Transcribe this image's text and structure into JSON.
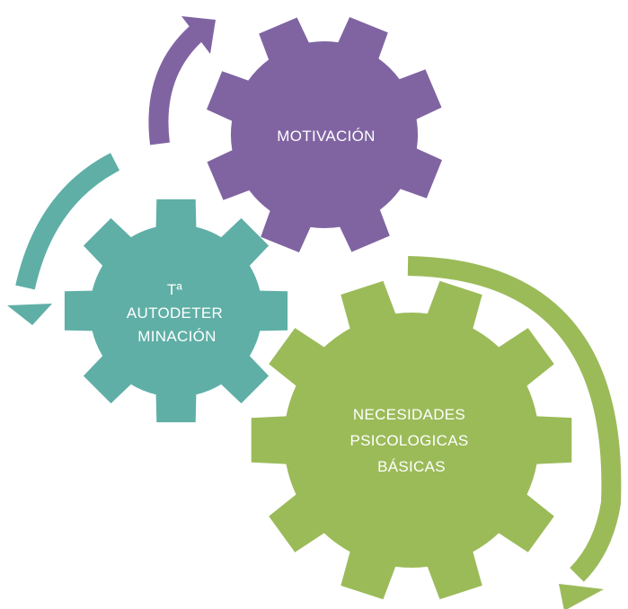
{
  "colors": {
    "background": "#ffffff",
    "motivacion_gear": "#8064A2",
    "autodeterminacion_gear": "#5FAFA6",
    "necesidades_gear": "#9BBB59",
    "label_text": "#ffffff"
  },
  "gears": {
    "motivacion": {
      "lines": [
        "MOTIVACIÓN"
      ]
    },
    "autodeterminacion": {
      "lines": [
        "Tª",
        "AUTODETER",
        "MINACIÓN"
      ]
    },
    "necesidades": {
      "lines": [
        "NECESIDADES",
        "PSICOLOGICAS",
        "BÁSICAS"
      ]
    }
  },
  "arrows": {
    "motivacion": {
      "direction": "up"
    },
    "autodeterminacion": {
      "direction": "down-left"
    },
    "necesidades": {
      "direction": "down"
    }
  }
}
